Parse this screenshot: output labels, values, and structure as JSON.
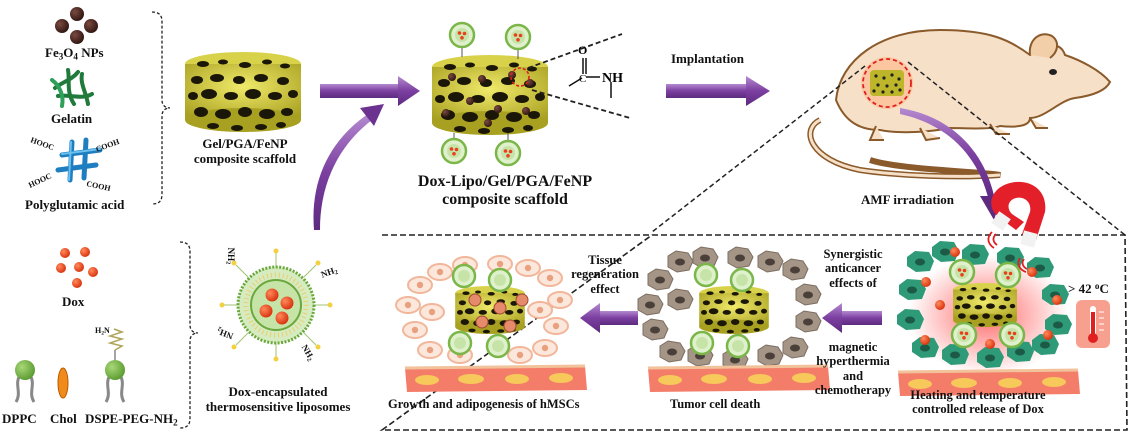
{
  "materials": {
    "fe3o4": {
      "base": "Fe",
      "sub1": "3",
      "mid": "O",
      "sub2": "4",
      "tail": " NPs"
    },
    "gelatin": "Gelatin",
    "pga": "Polyglutamic acid",
    "pga_groups": [
      "HOOC",
      "COOH",
      "HOOC",
      "COOH"
    ],
    "dox": "Dox",
    "dppc": "DPPC",
    "chol": "Chol",
    "dspe": {
      "base": "DSPE-PEG-NH",
      "sub": "2"
    },
    "h2n": {
      "base": "H",
      "sub": "2",
      "tail": "N"
    }
  },
  "scaffold": {
    "line1": "Gel/PGA/FeNP",
    "line2": "composite scaffold"
  },
  "dox_scaffold": {
    "line1": "Dox-Lipo/Gel/PGA/FeNP",
    "line2": "composite scaffold",
    "bond_nh": "NH",
    "bond_c": "C",
    "bond_o": "O"
  },
  "liposome": {
    "line1": "Dox-encapsulated",
    "line2": "thermosensitive liposomes",
    "nh2_label": "NH",
    "nh2_sub": "2"
  },
  "steps": {
    "implantation": "Implantation",
    "amf": "AMF irradiation"
  },
  "panel": {
    "heating": {
      "line1": "Heating and temperature",
      "line2": "controlled release of Dox"
    },
    "temperature": {
      "prefix": "> 42 ",
      "sup": "o",
      "unit": "C"
    },
    "synergy": {
      "line1": "Synergistic",
      "line2": "anticancer",
      "line3": "effects of",
      "line4": "magnetic",
      "line5": "hyperthermia",
      "line6": "and",
      "line7": "chemotherapy"
    },
    "tumor": "Tumor cell death",
    "tissue": {
      "line1": "Tissue",
      "line2": "regeneration",
      "line3": "effect"
    },
    "growth": "Growth and adipogenesis of hMSCs"
  },
  "colors": {
    "arrow_purple": "#7b3fa0",
    "scaffold_yellow": "#c9c23a",
    "nanoparticle_brown": "#4a2a24",
    "dox_red": "#e8401c",
    "lipid_green": "#7ab648",
    "magnet_red": "#e3202a",
    "mouse_skin": "#f6e0c8",
    "tumor_green": "#2e9a78",
    "dead_cell_gray": "#8a7d72",
    "adipocyte_peach": "#f2b79b"
  }
}
